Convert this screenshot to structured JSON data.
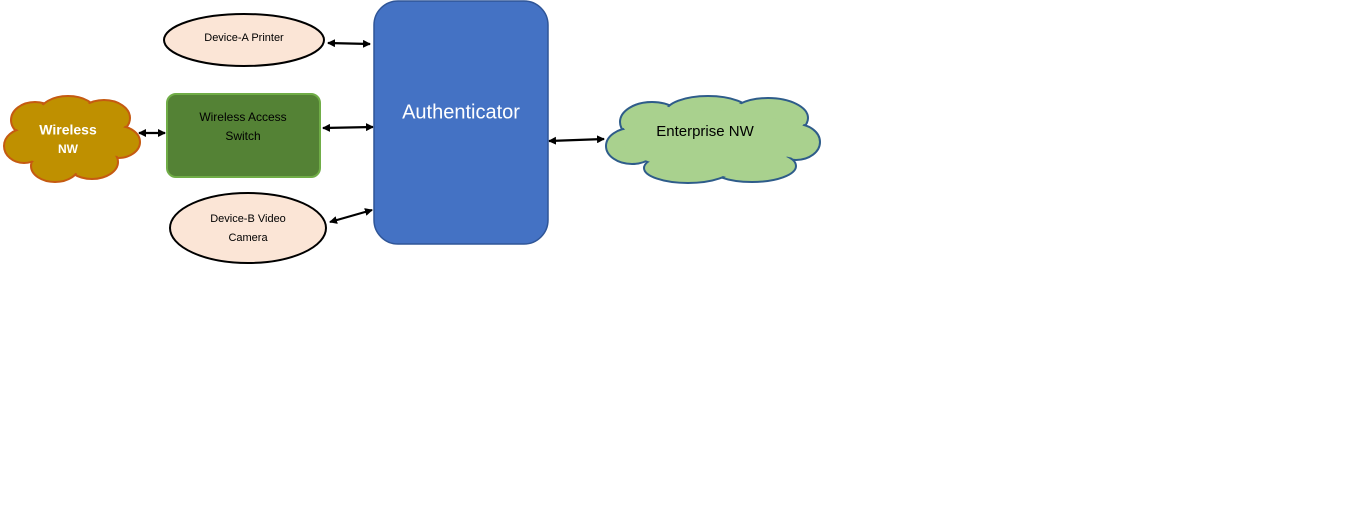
{
  "diagram": {
    "nodes": {
      "device_a": {
        "label": "Device-A  Printer"
      },
      "access_switch": {
        "line1": "Wireless Access",
        "line2": "Switch"
      },
      "device_b": {
        "line1": "Device-B Video",
        "line2": "Camera"
      },
      "authenticator": {
        "label": "Authenticator"
      },
      "wireless_nw": {
        "line1": "Wireless",
        "line2": "NW"
      },
      "enterprise_nw": {
        "label": "Enterprise NW"
      }
    },
    "colors": {
      "device_fill": "#FBE5D6",
      "switch_fill": "#548235",
      "switch_border": "#70AD47",
      "authenticator_fill": "#4472C4",
      "authenticator_border": "#2F5597",
      "wireless_cloud_fill": "#BF9000",
      "wireless_cloud_border": "#C55A11",
      "enterprise_cloud_fill": "#A9D18E",
      "enterprise_cloud_border": "#2E5C8A",
      "connector": "#000000"
    },
    "connections": [
      {
        "from": "device_a",
        "to": "authenticator",
        "direction": "bidirectional"
      },
      {
        "from": "access_switch",
        "to": "authenticator",
        "direction": "bidirectional"
      },
      {
        "from": "device_b",
        "to": "authenticator",
        "direction": "bidirectional"
      },
      {
        "from": "wireless_nw",
        "to": "access_switch",
        "direction": "bidirectional"
      },
      {
        "from": "authenticator",
        "to": "enterprise_nw",
        "direction": "bidirectional"
      }
    ]
  }
}
